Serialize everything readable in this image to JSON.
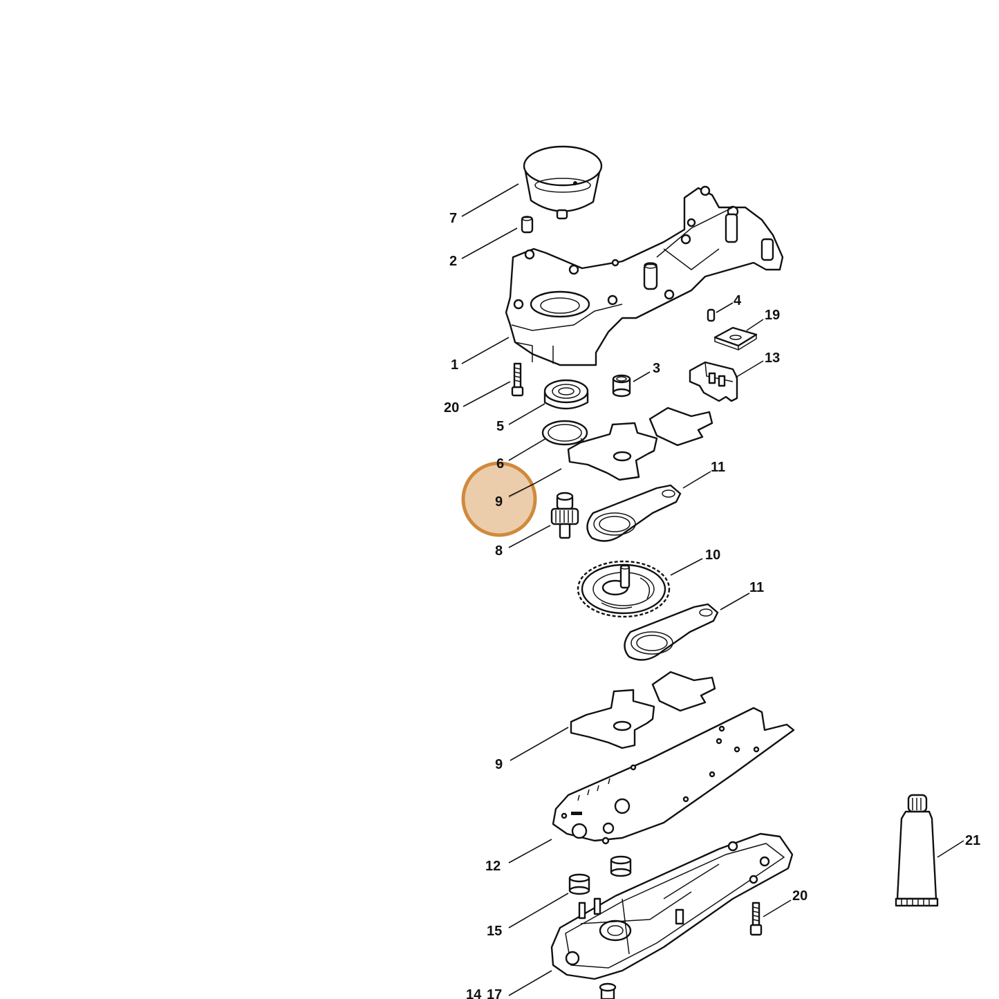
{
  "diagram": {
    "highlight": {
      "label": "9",
      "ring_color": "#D08A3C",
      "fill_color": "#E9C49C"
    },
    "labels": {
      "l7": "7",
      "l2": "2",
      "l1": "1",
      "l4": "4",
      "l19": "19",
      "l13": "13",
      "l3": "3",
      "l20a": "20",
      "l5": "5",
      "l6": "6",
      "l11a": "11",
      "l8": "8",
      "l10": "10",
      "l11b": "11",
      "l9b": "9",
      "l12": "12",
      "l21": "21",
      "l20b": "20",
      "l15": "15",
      "l14": "14",
      "l17": "17"
    }
  }
}
